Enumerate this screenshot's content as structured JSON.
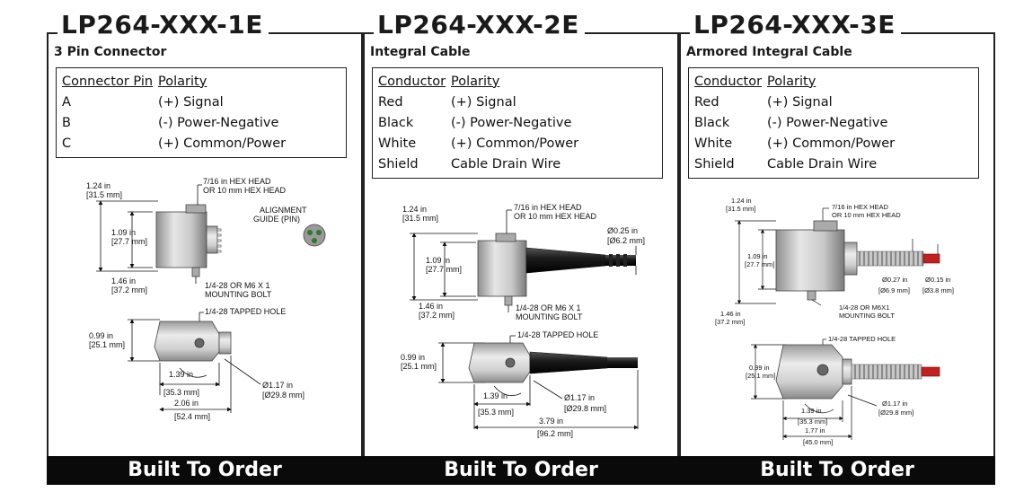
{
  "panels": [
    {
      "title": "LP264-XXX-1E",
      "subtitle": "3 Pin Connector",
      "header": [
        "Connector Pin",
        "Polarity"
      ],
      "rows": [
        [
          "A",
          "(+) Signal"
        ],
        [
          "B",
          "(-) Power-Negative"
        ],
        [
          "C",
          "(+) Common/Power"
        ]
      ],
      "footer": "Built To Order",
      "dims": {
        "height_a": [
          "1.24 in",
          "[31.5 mm]"
        ],
        "hex_head": [
          "7/16 in HEX HEAD",
          "OR 10 mm HEX HEAD"
        ],
        "height_b": [
          "1.09 in",
          "[27.7 mm]"
        ],
        "alignment": [
          "ALIGNMENT",
          "GUIDE (PIN)"
        ],
        "height_c": [
          "1.46 in",
          "[37.2 mm]"
        ],
        "mount": [
          "1/4-28 OR M6 X 1",
          "MOUNTING BOLT"
        ],
        "tapped": [
          "1/4-28 TAPPED HOLE"
        ],
        "height_d": [
          "0.99 in",
          "[25.1 mm]"
        ],
        "width_a": [
          "1.39 in",
          "[35.3 mm]"
        ],
        "diameter": [
          "Ø1.17 in",
          "[Ø29.8 mm]"
        ],
        "width_b": [
          "2.06 in",
          "[52.4 mm]"
        ]
      }
    },
    {
      "title": "LP264-XXX-2E",
      "subtitle": "Integral Cable",
      "header": [
        "Conductor",
        "Polarity"
      ],
      "rows": [
        [
          "Red",
          "(+) Signal"
        ],
        [
          "Black",
          "(-) Power-Negative"
        ],
        [
          "White",
          "(+) Common/Power"
        ],
        [
          "Shield",
          "Cable Drain Wire"
        ]
      ],
      "footer": "Built To Order",
      "dims": {
        "height_a": [
          "1.24 in",
          "[31.5 mm]"
        ],
        "hex_head": [
          "7/16 in HEX HEAD",
          "OR 10 mm HEX HEAD"
        ],
        "cable_dia": [
          "Ø0.25 in",
          "[Ø6.2 mm]"
        ],
        "height_b": [
          "1.09 in",
          "[27.7 mm]"
        ],
        "height_c": [
          "1.46 in",
          "[37.2 mm]"
        ],
        "mount": [
          "1/4-28 OR M6 X 1",
          "MOUNTING BOLT"
        ],
        "tapped": [
          "1/4-28 TAPPED HOLE"
        ],
        "height_d": [
          "0.99 in",
          "[25.1 mm]"
        ],
        "width_a": [
          "1.39 in",
          "[35.3 mm]"
        ],
        "diameter": [
          "Ø1.17 in",
          "[Ø29.8 mm]"
        ],
        "width_b": [
          "3.79 in",
          "[96.2 mm]"
        ]
      }
    },
    {
      "title": "LP264-XXX-3E",
      "subtitle": "Armored Integral Cable",
      "header": [
        "Conductor",
        "Polarity"
      ],
      "rows": [
        [
          "Red",
          "(+) Signal"
        ],
        [
          "Black",
          "(-) Power-Negative"
        ],
        [
          "White",
          "(+) Common/Power"
        ],
        [
          "Shield",
          "Cable Drain Wire"
        ]
      ],
      "footer": "Built To Order",
      "dims": {
        "height_a": [
          "1.24 in",
          "[31.5 mm]"
        ],
        "hex_head": [
          "7/16 in HEX HEAD",
          "OR 10 mm HEX HEAD"
        ],
        "height_b": [
          "1.09 in",
          "[27.7 mm]"
        ],
        "armor_dia": [
          "Ø0.27 in",
          "[Ø6.9 mm]"
        ],
        "cable_dia": [
          "Ø0.15 in",
          "[Ø3.8 mm]"
        ],
        "height_c": [
          "1.46 in",
          "[37.2 mm]"
        ],
        "mount": [
          "1/4-28 OR M6X1",
          "MOUNTING BOLT"
        ],
        "tapped": [
          "1/4-28 TAPPED HOLE"
        ],
        "height_d": [
          "0.99 in",
          "[25.1 mm]"
        ],
        "width_a": [
          "1.39 in",
          "[35.3 mm]"
        ],
        "diameter": [
          "Ø1.17 in",
          "[Ø29.8 mm]"
        ],
        "width_b": [
          "1.77 in",
          "[45.0 mm]"
        ]
      }
    }
  ]
}
